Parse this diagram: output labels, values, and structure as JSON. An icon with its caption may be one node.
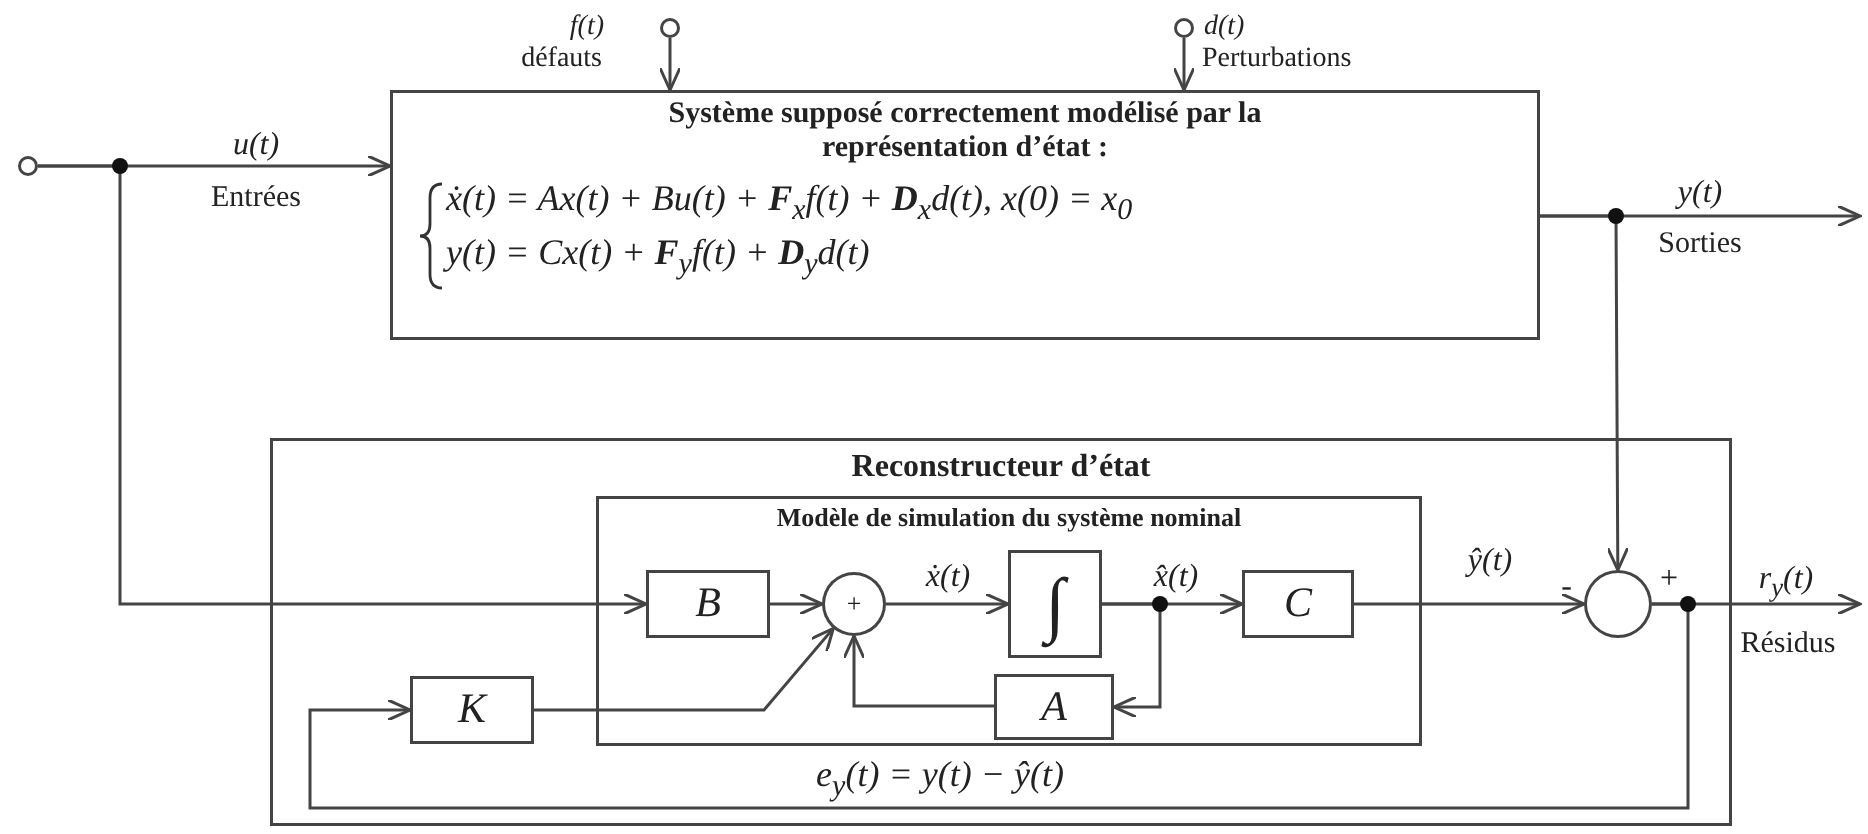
{
  "diagram": {
    "nodes": [
      {
        "text": [],
        "shape": "circle"
      },
      {
        "text": [],
        "shape": "circle",
        "beside": [
          "f(t)",
          "défauts"
        ]
      },
      {
        "text": [],
        "shape": "circle",
        "beside": [
          "d(t)",
          "Perturbations"
        ]
      },
      {
        "text": [
          "Système supposé correctement modélisé par la représentation d’état :",
          "ẋ(t) = Ax(t) + Bu(t) + **F**$_{x}$f(t) + **D**$_{x}$d(t),  x(0) = x$_{0}$",
          "y(t) = Cx(t) + **F**$_{y}$f(t) + **D**$_{y}$d(t)"
        ]
      },
      {
        "text": [
          "Reconstructeur d’état"
        ]
      },
      {
        "text": [
          "Modèle de simulation du système nominal"
        ],
        "in": 4
      },
      {
        "text": [
          "B"
        ],
        "in": 5
      },
      {
        "text": [
          "+"
        ],
        "in": 5
      },
      {
        "text": [
          "∫"
        ],
        "in": 5
      },
      {
        "text": [
          "C"
        ],
        "in": 5
      },
      {
        "text": [
          "A"
        ],
        "in": 5
      },
      {
        "text": [
          "K"
        ],
        "in": 4
      },
      {
        "text": [],
        "shape": "circle",
        "in": 4,
        "beside": [
          "-",
          "+"
        ]
      }
    ],
    "edges": [
      {
        "from": 0,
        "to": 3,
        "arrow": "to",
        "label": "u(t)"
      },
      {
        "from": 0,
        "to": 6,
        "arrow": "to"
      },
      {
        "from": 1,
        "to": 3,
        "arrow": "to"
      },
      {
        "from": 2,
        "to": 3,
        "arrow": "to"
      },
      {
        "from": 3,
        "to": null,
        "arrow": "to",
        "label": "y(t)"
      },
      {
        "from": 3,
        "to": 12,
        "arrow": "to"
      },
      {
        "from": 6,
        "to": 7,
        "arrow": "to"
      },
      {
        "from": 7,
        "to": 8,
        "arrow": "to",
        "label": "ẋ(t)"
      },
      {
        "from": 8,
        "to": 9,
        "arrow": "to",
        "label": "x̂(t)"
      },
      {
        "from": 8,
        "to": 10,
        "arrow": "to"
      },
      {
        "from": 10,
        "to": 7,
        "arrow": "to"
      },
      {
        "from": 11,
        "to": 7,
        "arrow": "to"
      },
      {
        "from": 9,
        "to": 12,
        "arrow": "to",
        "label": "ŷ(t)"
      },
      {
        "from": 12,
        "to": null,
        "arrow": "to",
        "label": "r$_{y}$(t)"
      },
      {
        "from": 12,
        "to": 11,
        "arrow": "to"
      }
    ],
    "labels": [
      "Entrées",
      "Sorties",
      "Résidus",
      "e$_{y}$(t) = y(t) − ŷ(t)"
    ]
  }
}
